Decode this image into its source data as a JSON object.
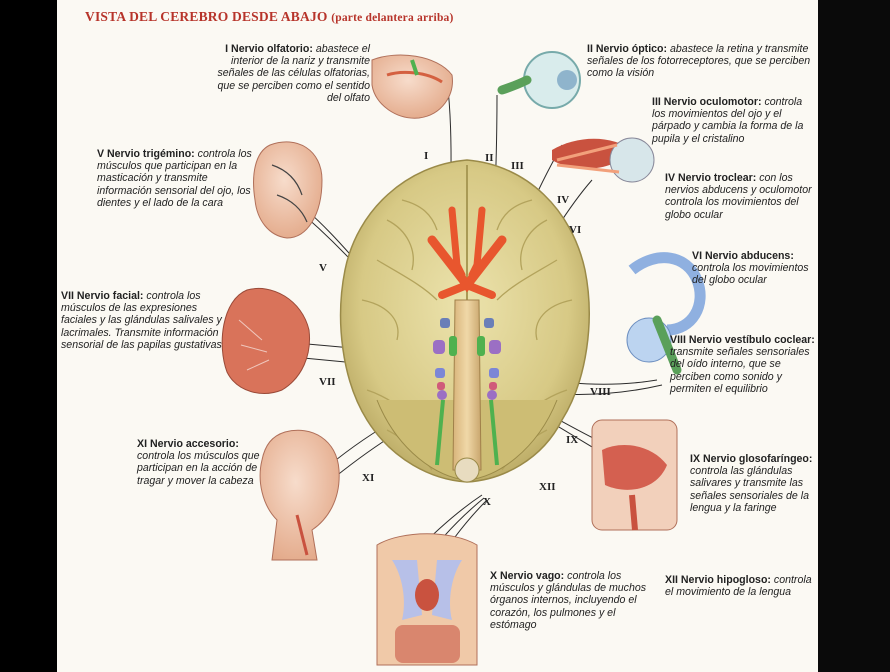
{
  "title": "VISTA DEL CEREBRO DESDE ABAJO",
  "subtitle": "(parte delantera arriba)",
  "nerves": [
    {
      "id": "I",
      "name": "I Nervio olfatorio:",
      "text": "abastece el interior de la nariz y transmite señales de las células olfatorias, que se perciben como el sentido del olfato"
    },
    {
      "id": "II",
      "name": "II Nervio óptico:",
      "text": "abastece la retina y transmite señales de los fotorreceptores, que se perciben como la visión"
    },
    {
      "id": "III",
      "name": "III Nervio oculomotor:",
      "text": "controla los movimientos del ojo y el párpado y cambia la forma de la pupila y el cristalino"
    },
    {
      "id": "IV",
      "name": "IV Nervio troclear:",
      "text": "con los nervios abducens y oculomotor controla los movimientos del globo ocular"
    },
    {
      "id": "V",
      "name": "V Nervio trigémino:",
      "text": "controla los músculos que participan en la masticación y transmite información sensorial del ojo, los dientes y el lado de la cara"
    },
    {
      "id": "VI",
      "name": "VI Nervio abducens:",
      "text": "controla los movimientos del globo ocular"
    },
    {
      "id": "VII",
      "name": "VII Nervio facial:",
      "text": "controla los músculos de las expresiones faciales y las glándulas salivales y lacrimales. Transmite información sensorial de las papilas gustativas"
    },
    {
      "id": "VIII",
      "name": "VIII Nervio vestíbulo coclear:",
      "text": "transmite señales sensoriales del oído interno, que se perciben como sonido y permiten el equilibrio"
    },
    {
      "id": "IX",
      "name": "IX Nervio glosofaríngeo:",
      "text": "controla las glándulas salivares y transmite las señales sensoriales de la lengua y la faringe"
    },
    {
      "id": "X",
      "name": "X Nervio vago:",
      "text": "controla los músculos y glándulas de muchos órganos internos, incluyendo el corazón, los pulmones y el estómago"
    },
    {
      "id": "XI",
      "name": "XI Nervio accesorio:",
      "text": "controla los músculos que participan en la acción de tragar y mover la cabeza"
    },
    {
      "id": "XII",
      "name": "XII Nervio hipogloso:",
      "text": "controla el movimiento de la lengua"
    }
  ],
  "markers": [
    "I",
    "II",
    "III",
    "IV",
    "V",
    "VI",
    "VII",
    "VIII",
    "IX",
    "X",
    "XI",
    "XII"
  ],
  "colors": {
    "title": "#b7342a",
    "brain": "#d9cc8a",
    "brain_shadow": "#a99a55",
    "nerve": "#e8562e",
    "skin": "#efc0a8",
    "muscle": "#c9523f"
  }
}
